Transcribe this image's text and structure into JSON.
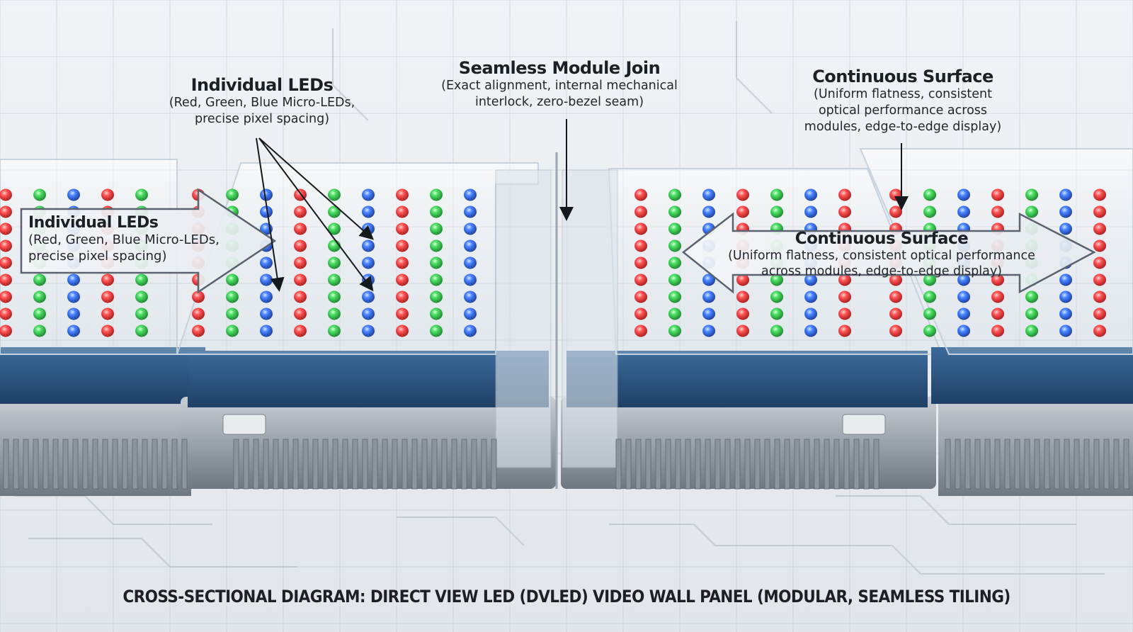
{
  "labels": {
    "leds_top": {
      "title": "Individual LEDs",
      "desc": "(Red, Green, Blue Micro-LEDs,\nprecise pixel spacing)"
    },
    "seam": {
      "title": "Seamless Module Join",
      "desc": "(Exact alignment, internal mechanical\ninterlock, zero-bezel seam)"
    },
    "surface_top": {
      "title": "Continuous Surface",
      "desc": "(Uniform flatness, consistent\noptical performance across\nmodules, edge-to-edge display)"
    },
    "leds_arrow": {
      "title": "Individual LEDs",
      "desc": "(Red, Green, Blue Micro-LEDs,\nprecise pixel spacing)"
    },
    "surface_arrow": {
      "title": "Continuous Surface",
      "desc": "(Uniform flatness, consistent optical performance\nacross modules, edge-to-edge display)"
    }
  },
  "caption": "CROSS-SECTIONAL DIAGRAM: DIRECT VIEW LED (DVLED) VIDEO WALL PANEL (MODULAR, SEAMLESS TILING)",
  "colors": {
    "background": "#e9edf1",
    "pcb": "#2f5d8c",
    "heatsink": "#a9b0b8",
    "led_red": "#ff3b3b",
    "led_green": "#3bdc5a",
    "led_blue": "#3b7bff",
    "glass": "#dfe9f2",
    "text": "#1b1f26"
  },
  "led_color_sequence": [
    "red",
    "green",
    "blue"
  ]
}
